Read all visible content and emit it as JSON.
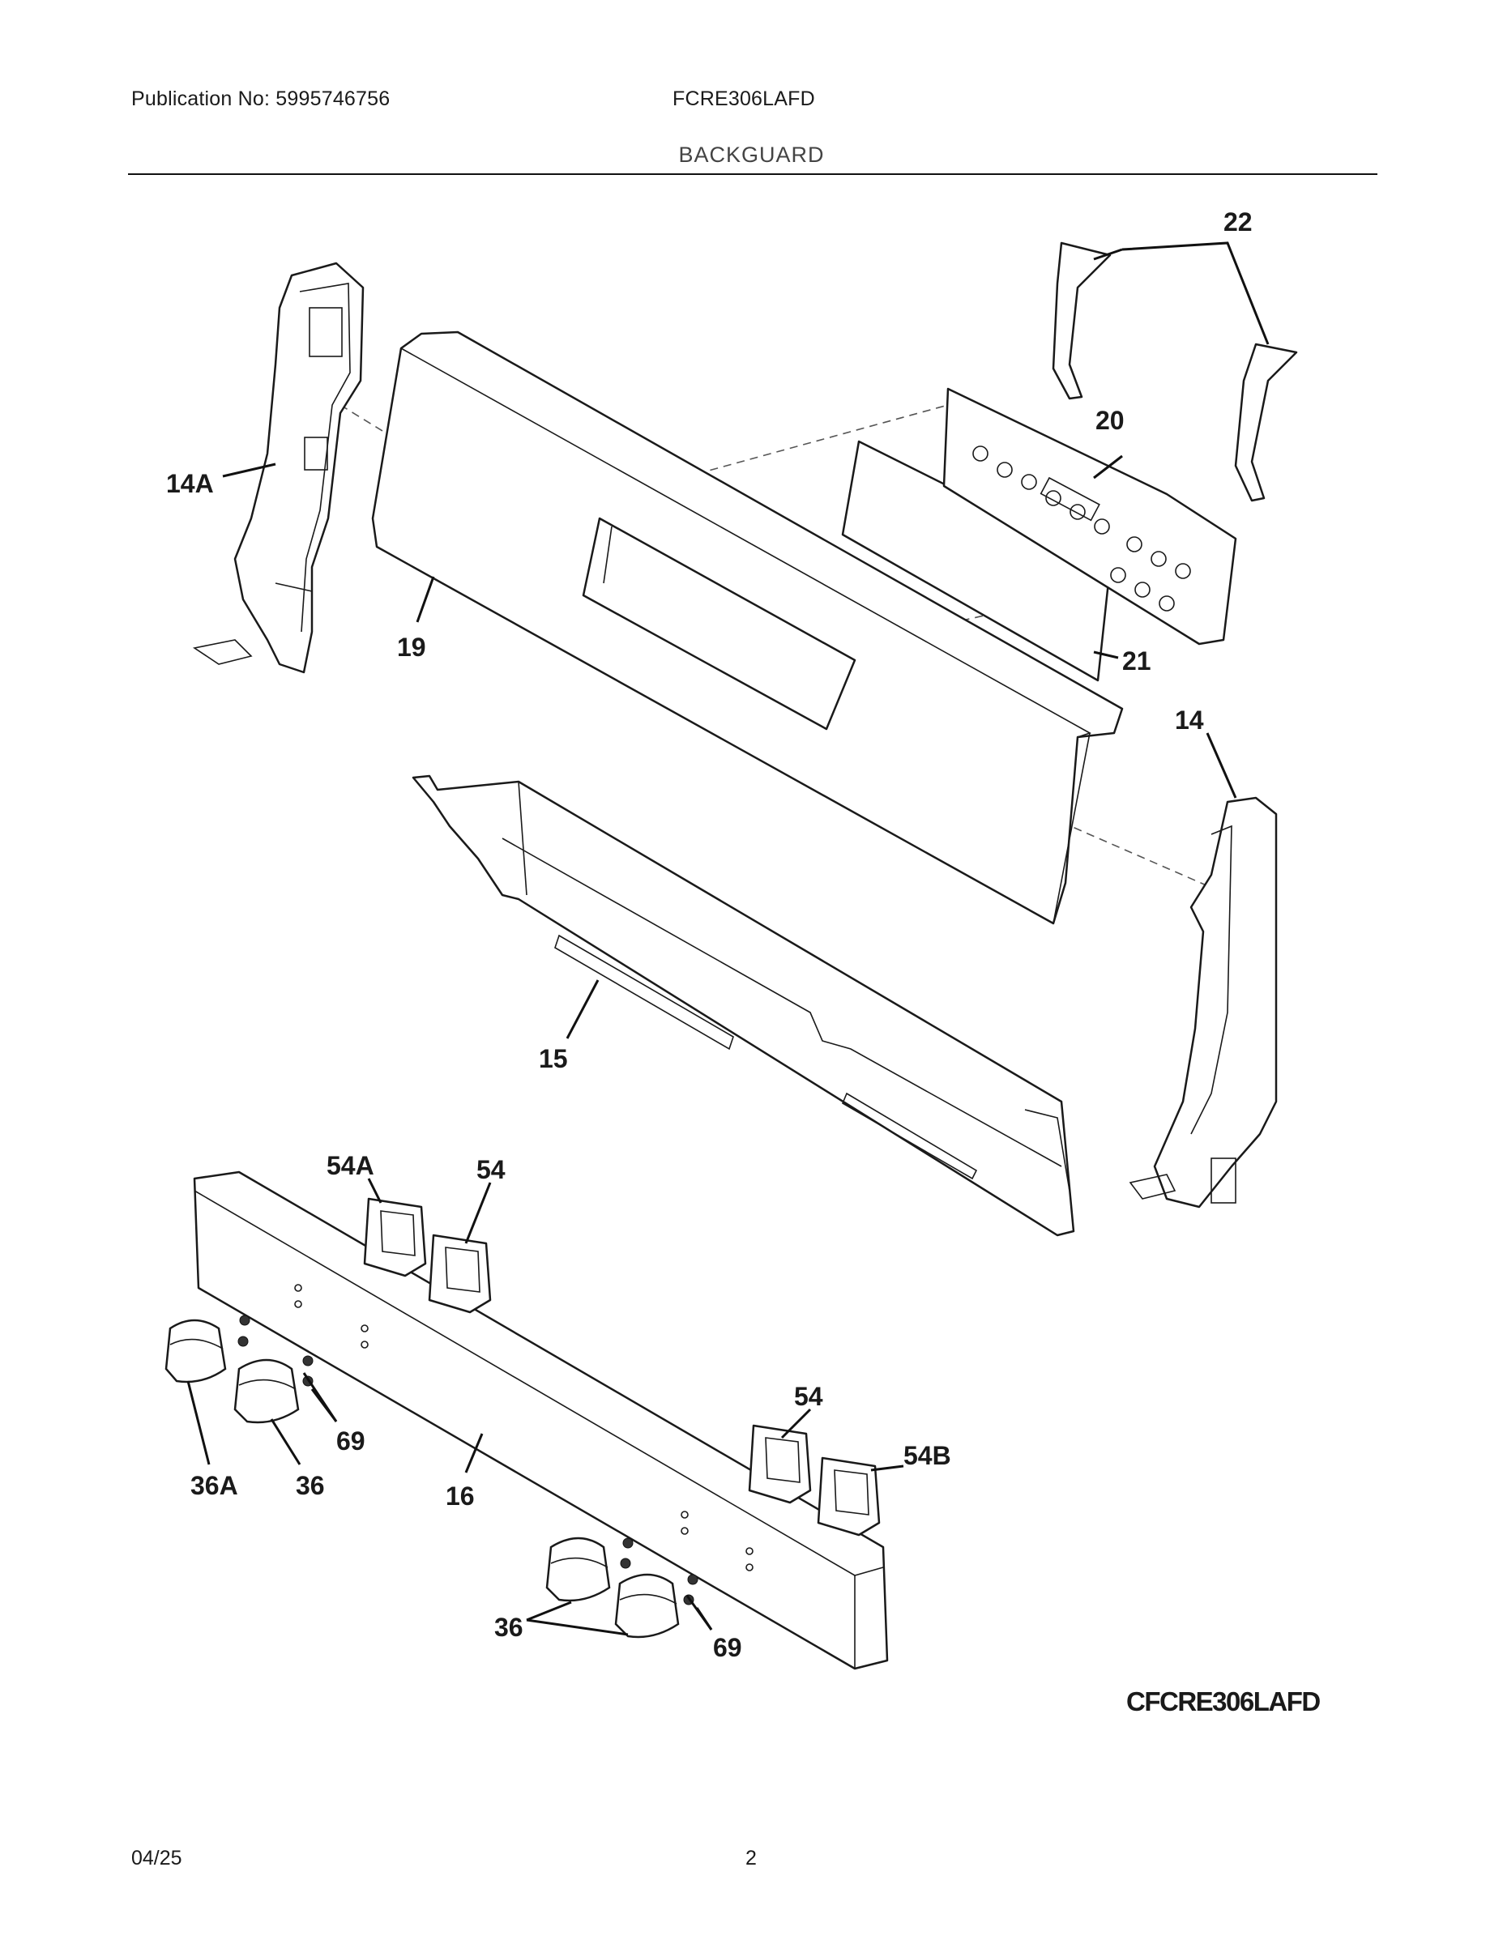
{
  "header": {
    "publication": "Publication No: 5995746756",
    "model": "FCRE306LAFD",
    "section_title": "BACKGUARD"
  },
  "diagram": {
    "code": "CFCRE306LAFD",
    "callouts": {
      "p22": "22",
      "p20": "20",
      "p14a": "14A",
      "p19": "19",
      "p21": "21",
      "p14": "14",
      "p15": "15",
      "p54a": "54A",
      "p54_top": "54",
      "p54_bottom": "54",
      "p54b": "54B",
      "p69_left": "69",
      "p69_right": "69",
      "p36a": "36A",
      "p36_left": "36",
      "p36_bottom": "36",
      "p16": "16"
    }
  },
  "footer": {
    "date": "04/25",
    "page": "2"
  }
}
